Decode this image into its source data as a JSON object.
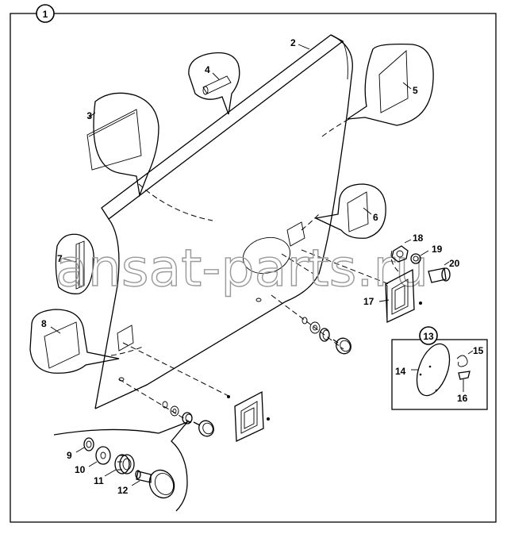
{
  "diagram": {
    "figure_number": "1",
    "group_callout": "13",
    "watermark": "ansat-parts.ru",
    "part_labels": {
      "p2": "2",
      "p3": "3",
      "p4": "4",
      "p5": "5",
      "p6": "6",
      "p7": "7",
      "p8": "8",
      "p9": "9",
      "p10": "10",
      "p11": "11",
      "p12": "12",
      "p14": "14",
      "p15": "15",
      "p16": "16",
      "p17": "17",
      "p18": "18",
      "p19": "19",
      "p20": "20"
    }
  }
}
